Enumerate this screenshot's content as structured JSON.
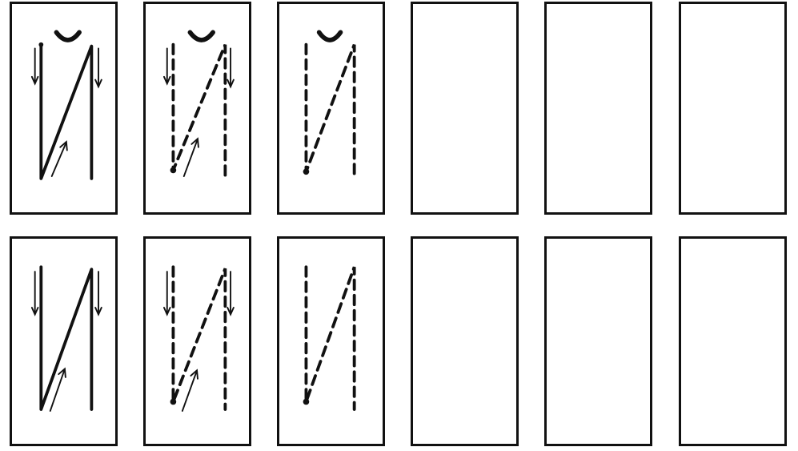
{
  "colors": {
    "ink": "#111111",
    "paper": "#ffffff"
  },
  "rows": [
    {
      "name": "letter-row-with-accent",
      "cards": [
        {
          "style": "solid",
          "accent": true
        },
        {
          "style": "dashed",
          "accent": true
        },
        {
          "style": "dashed-no-arrows",
          "accent": true
        },
        {
          "style": "blank"
        },
        {
          "style": "blank"
        },
        {
          "style": "blank"
        }
      ]
    },
    {
      "name": "letter-row-plain",
      "cards": [
        {
          "style": "solid",
          "accent": false
        },
        {
          "style": "dashed",
          "accent": false
        },
        {
          "style": "dashed-no-arrows",
          "accent": false
        },
        {
          "style": "blank"
        },
        {
          "style": "blank"
        },
        {
          "style": "blank"
        }
      ]
    }
  ]
}
